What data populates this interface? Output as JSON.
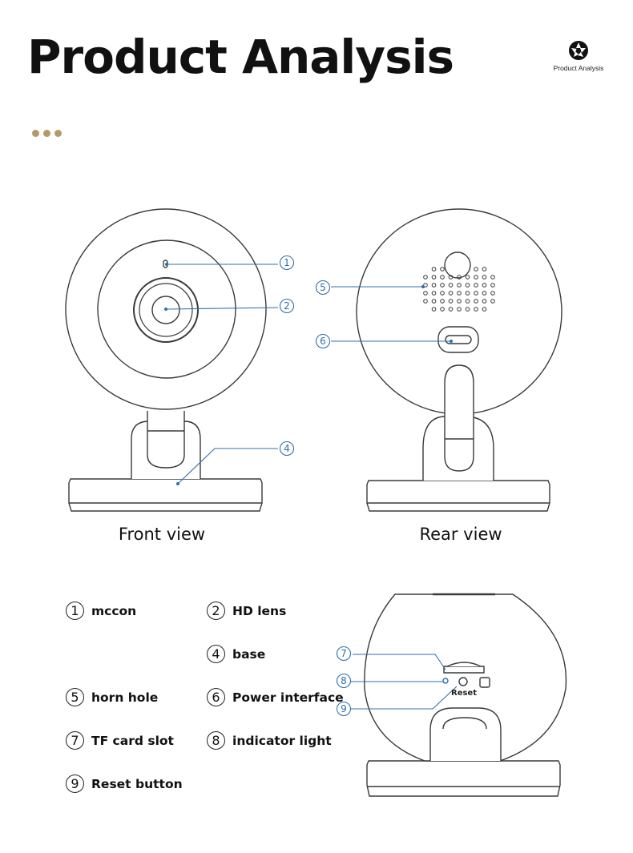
{
  "header": {
    "title": "Product Analysis",
    "logo_text": "Product Analysis",
    "logo_icon": "camera-aperture-icon"
  },
  "colors": {
    "accent_dots": "#b39a6b",
    "callout_blue": "#2f6faa",
    "outline": "#3a3a3a"
  },
  "views": {
    "front_label": "Front view",
    "rear_label": "Rear view"
  },
  "callouts": {
    "front": [
      "1",
      "2",
      "4"
    ],
    "rear": [
      "5",
      "6"
    ],
    "bottom": [
      "7",
      "8",
      "9"
    ],
    "reset_label": "Reset"
  },
  "legend": [
    {
      "num": "1",
      "text": "mccon"
    },
    {
      "num": "2",
      "text": "HD lens"
    },
    {
      "num": "4",
      "text": "base"
    },
    {
      "num": "5",
      "text": "horn hole"
    },
    {
      "num": "6",
      "text": "Power interface"
    },
    {
      "num": "7",
      "text": "TF card slot"
    },
    {
      "num": "8",
      "text": "indicator light"
    },
    {
      "num": "9",
      "text": "Reset button"
    }
  ]
}
